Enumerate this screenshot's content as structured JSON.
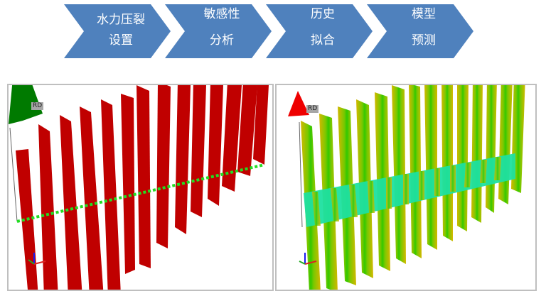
{
  "workflow": {
    "steps": [
      {
        "line1": "水力压裂",
        "line2": "设置"
      },
      {
        "line1": "敏感性",
        "line2": "分析"
      },
      {
        "line1": "历史",
        "line2": "拟合"
      },
      {
        "line1": "模型",
        "line2": "预测"
      }
    ],
    "color": "#4f81bd"
  },
  "panels": {
    "left": {
      "label_tag": "RD",
      "fracture_color": "#c00000",
      "well_color": "#22cc22",
      "cone_color": "#007a00",
      "fracture_count": 14
    },
    "right": {
      "label_tag": "RD",
      "fracture_color_edge": "#d4b800",
      "fracture_color_core": "#44c800",
      "zone_color": "#1de0a0",
      "cone_color": "#ee0000",
      "fracture_count": 14
    }
  }
}
